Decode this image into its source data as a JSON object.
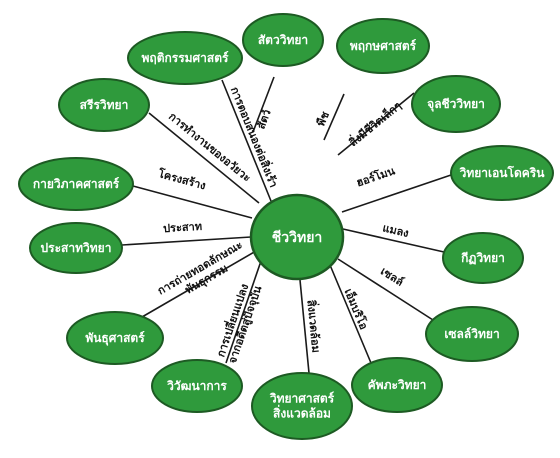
{
  "center": {
    "label": "ชีววิทยา"
  },
  "nodes": [
    {
      "id": "zoology",
      "label": "สัตววิทยา",
      "link": "สัตว์"
    },
    {
      "id": "botany",
      "label": "พฤกษศาสตร์",
      "link": "พืช"
    },
    {
      "id": "microbiology",
      "label": "จุลชีววิทยา",
      "link": "สิ่งมีชีวิตเล็กๆ"
    },
    {
      "id": "endocrinology",
      "label": "วิทยาเอนโดคริน",
      "link": "ฮอร์โมน"
    },
    {
      "id": "entomology",
      "label": "กีฏวิทยา",
      "link": "แมลง"
    },
    {
      "id": "cytology",
      "label": "เซลล์วิทยา",
      "link": "เซลล์"
    },
    {
      "id": "embryology",
      "label": "คัพภะวิทยา",
      "link": "เอ็มบริโอ"
    },
    {
      "id": "environmental",
      "label": [
        "วิทยาศาสตร์",
        "สิ่งแวดล้อม"
      ],
      "link": [
        "สิ่งแวดล้อม"
      ]
    },
    {
      "id": "evolution",
      "label": "วิวัฒนาการ",
      "link": [
        "การเปลี่ยนแปลง",
        "จากอดีตสู่ปัจจุบัน"
      ]
    },
    {
      "id": "genetics",
      "label": "พันธุศาสตร์",
      "link": [
        "การถ่ายทอดลักษณะ",
        "พันธุกรรม"
      ]
    },
    {
      "id": "neurology",
      "label": "ประสาทวิทยา",
      "link": "ประสาท"
    },
    {
      "id": "anatomy",
      "label": "กายวิภาคศาสตร์",
      "link": "โครงสร้าง"
    },
    {
      "id": "physiology",
      "label": "สรีรวิทยา",
      "link": "การทำงานของอวัยวะ"
    },
    {
      "id": "ethology",
      "label": "พฤติกรรมศาสตร์",
      "link": "การตอบสนองต่อสิ่งเร้า"
    }
  ]
}
